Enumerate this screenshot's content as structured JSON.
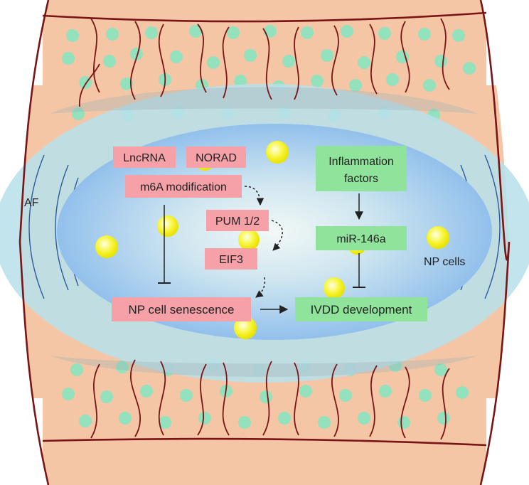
{
  "labels": {
    "af": "AF",
    "np_cells": "NP cells"
  },
  "boxes": {
    "lncrna": "LncRNA",
    "norad": "NORAD",
    "m6a": "m6A modification",
    "pum": "PUM 1/2",
    "eif3": "EIF3",
    "np_senescence": "NP cell senescence",
    "inflammation_line1": "Inflammation",
    "inflammation_line2": "factors",
    "mir146a": "miR-146a",
    "ivdd": "IVDD development"
  },
  "colors": {
    "endplate": "#f4c6a5",
    "endplate_dots": "#93e1bd",
    "annulus": "#b8e0ea",
    "nucleus_outer": "#9cc6ec",
    "nucleus_center": "#eef6f8",
    "pink_box": "#f6a0a8",
    "green_box": "#8fe39a",
    "np_cell": "#f5f000",
    "vessel": "#7a1515",
    "outline": "#7a1515"
  }
}
